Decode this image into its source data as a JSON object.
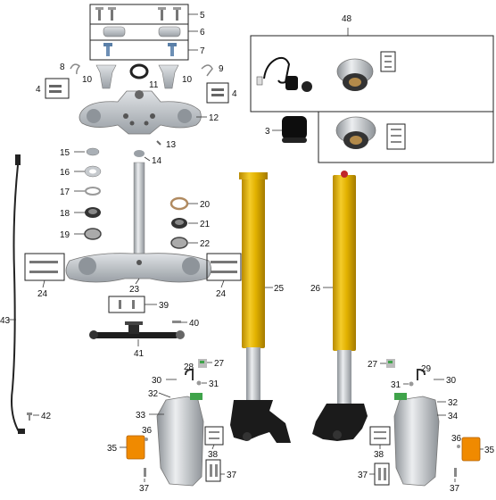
{
  "callouts": {
    "n3": "3",
    "n4a": "4",
    "n4b": "4",
    "n5": "5",
    "n6": "6",
    "n7": "7",
    "n8": "8",
    "n9": "9",
    "n10a": "10",
    "n10b": "10",
    "n11": "11",
    "n12": "12",
    "n13": "13",
    "n14": "14",
    "n15": "15",
    "n16": "16",
    "n17": "17",
    "n18": "18",
    "n19": "19",
    "n20": "20",
    "n21": "21",
    "n22": "22",
    "n23": "23",
    "n24a": "24",
    "n24b": "24",
    "n25": "25",
    "n26": "26",
    "n27a": "27",
    "n27b": "27",
    "n28": "28",
    "n29": "29",
    "n30a": "30",
    "n30b": "30",
    "n31a": "31",
    "n31b": "31",
    "n32a": "32",
    "n32b": "32",
    "n33": "33",
    "n34": "34",
    "n35a": "35",
    "n35b": "35",
    "n36a": "36",
    "n36b": "36",
    "n37a": "37",
    "n37b": "37",
    "n37c": "37",
    "n37d": "37",
    "n38a": "38",
    "n38b": "38",
    "n39": "39",
    "n40": "40",
    "n41": "41",
    "n42": "42",
    "n43": "43",
    "n48": "48"
  },
  "colors": {
    "fork_gold": "#e2b200",
    "fork_gold_dark": "#b88a00",
    "chrome": "#c9ccd0",
    "metal": "#b7bcc2",
    "black": "#1b1b1b",
    "reflector": "#f08a00",
    "green_tab": "#3fa34a"
  }
}
